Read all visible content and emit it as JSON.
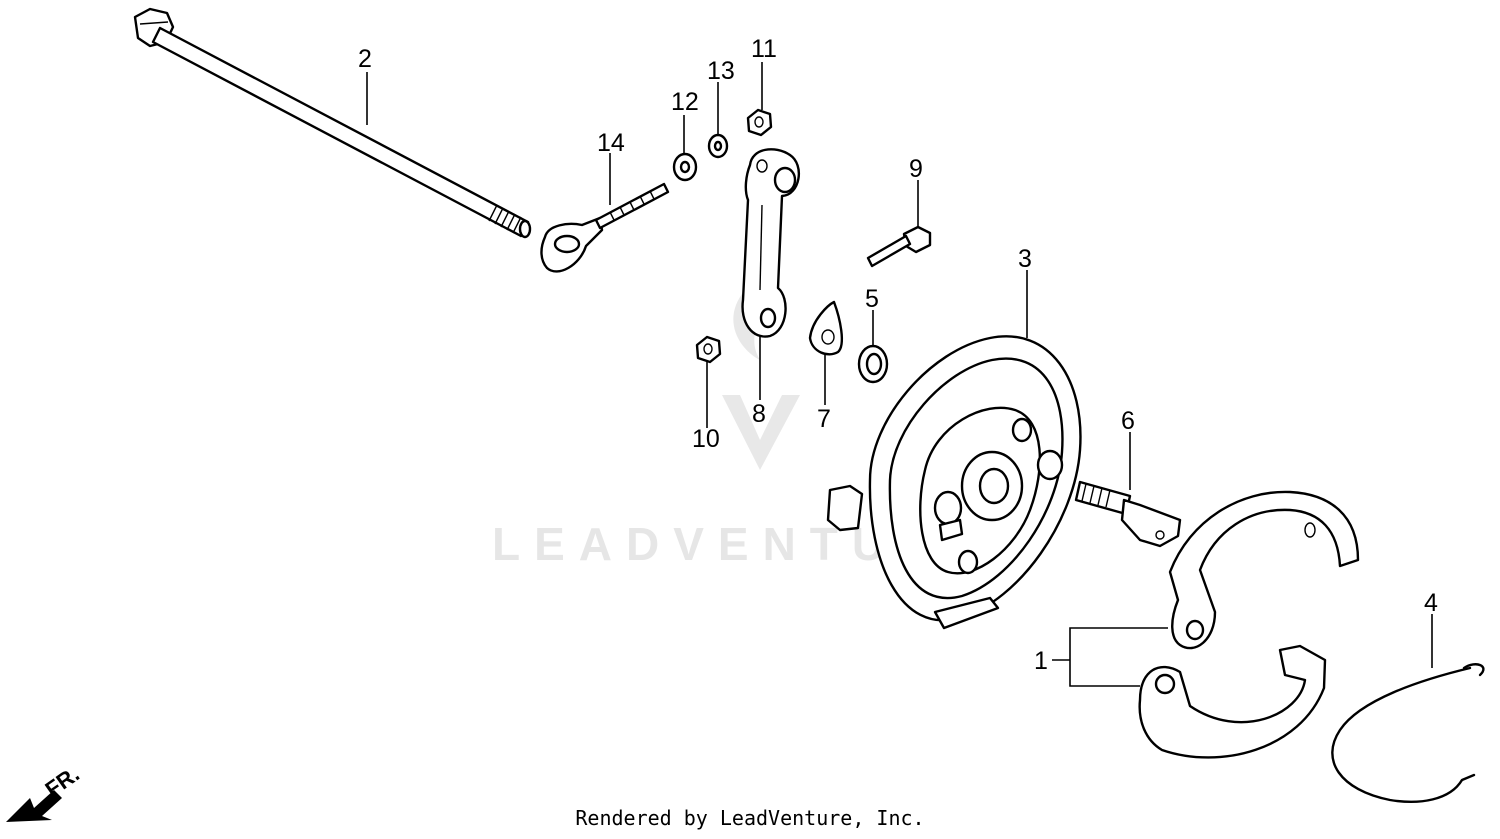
{
  "diagram": {
    "callouts": [
      {
        "id": "part-1",
        "label": "1"
      },
      {
        "id": "part-2",
        "label": "2"
      },
      {
        "id": "part-3",
        "label": "3"
      },
      {
        "id": "part-4",
        "label": "4"
      },
      {
        "id": "part-5",
        "label": "5"
      },
      {
        "id": "part-6",
        "label": "6"
      },
      {
        "id": "part-7",
        "label": "7"
      },
      {
        "id": "part-8",
        "label": "8"
      },
      {
        "id": "part-9",
        "label": "9"
      },
      {
        "id": "part-10",
        "label": "10"
      },
      {
        "id": "part-11",
        "label": "11"
      },
      {
        "id": "part-12",
        "label": "12"
      },
      {
        "id": "part-13",
        "label": "13"
      },
      {
        "id": "part-14",
        "label": "14"
      }
    ],
    "direction_marker": "FR.",
    "watermark": "LEADVENTURE"
  },
  "footer": {
    "credit": "Rendered by LeadVenture, Inc."
  }
}
